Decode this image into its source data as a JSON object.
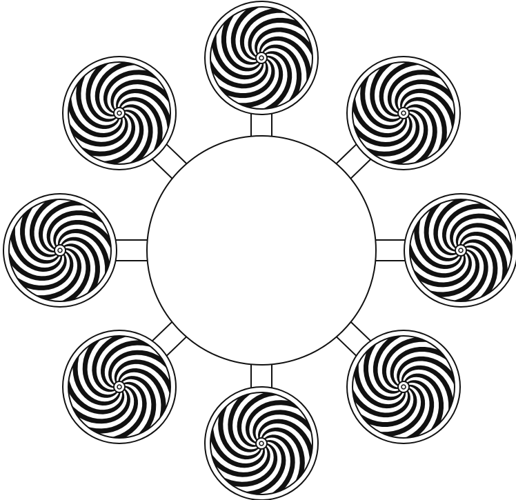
{
  "diagram": {
    "type": "hub-and-spoke",
    "hub": {
      "label": ""
    },
    "spoke_count": 8,
    "spoke_directions": [
      "top",
      "top-right",
      "right",
      "bottom-right",
      "bottom",
      "bottom-left",
      "left",
      "top-left"
    ],
    "node_style": "spiral",
    "spiral_arms": 12,
    "colors": {
      "background": "#ffffff",
      "stroke": "#111111",
      "spiral_dark": "#111111",
      "spiral_light": "#ffffff"
    }
  }
}
